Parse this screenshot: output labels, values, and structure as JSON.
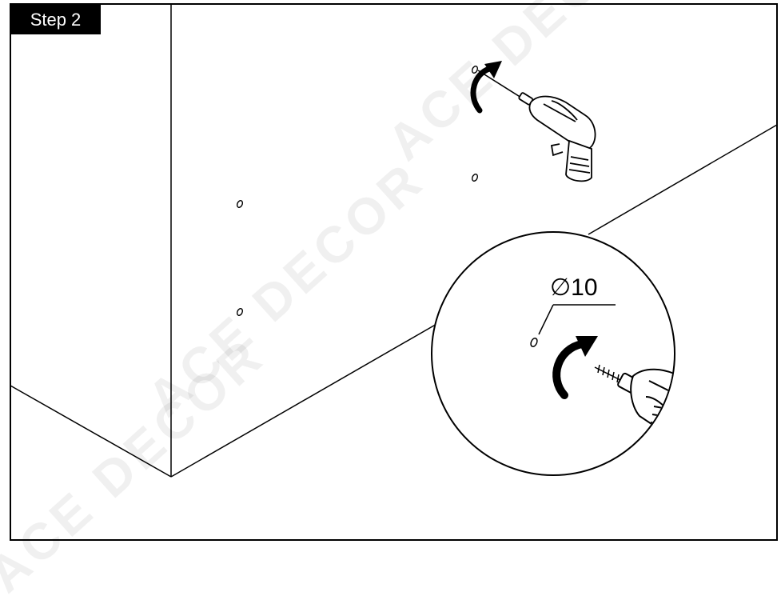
{
  "step": {
    "label": "Step 2"
  },
  "dimension": {
    "label": "∅10"
  },
  "watermark": {
    "text": "ACE DECOR"
  },
  "colors": {
    "line": "#000000",
    "badge_bg": "#000000",
    "badge_text": "#ffffff",
    "watermark": "#000000"
  },
  "icons": [
    "drill-icon",
    "rotation-arrow-icon",
    "hole-icon",
    "screw-icon"
  ]
}
